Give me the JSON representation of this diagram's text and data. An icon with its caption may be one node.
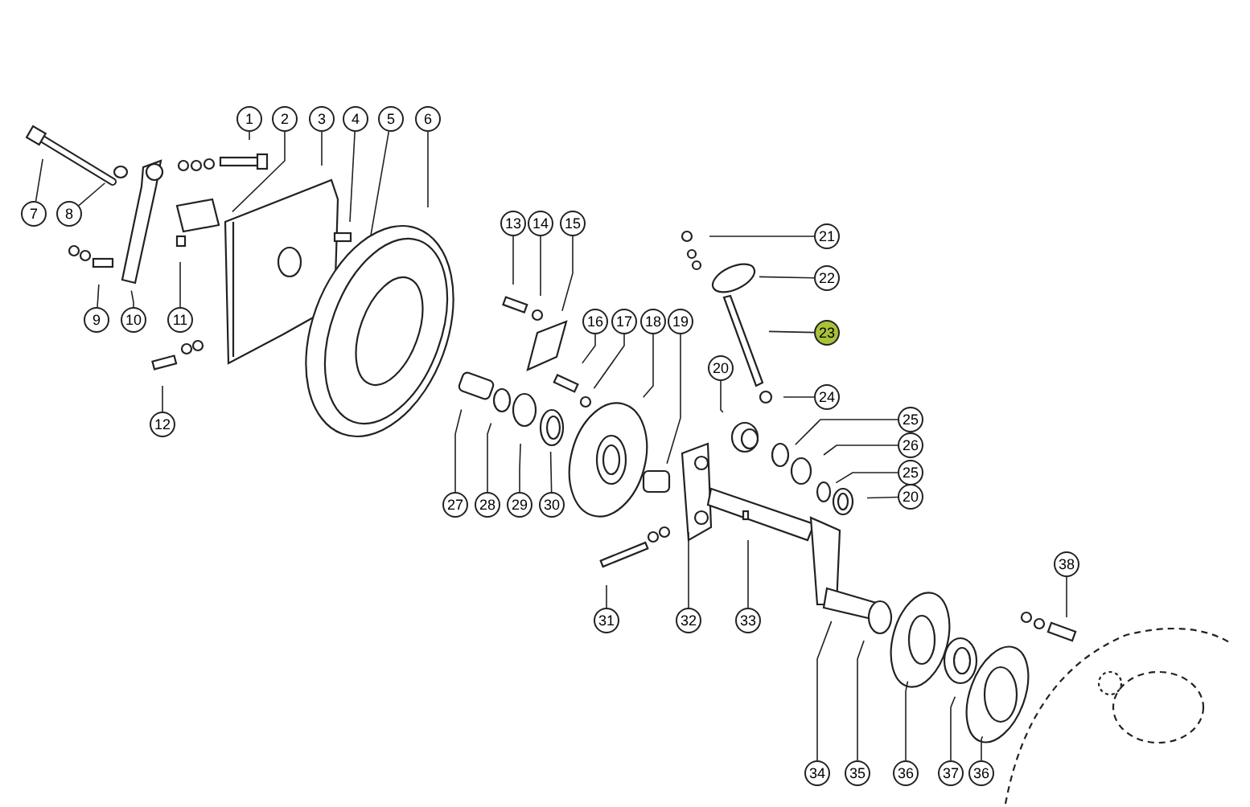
{
  "diagram": {
    "nodes": [
      {
        "text": [
          "1"
        ]
      },
      {
        "text": [
          "2"
        ]
      },
      {
        "text": [
          "3"
        ]
      },
      {
        "text": [
          "4"
        ]
      },
      {
        "text": [
          "5"
        ]
      },
      {
        "text": [
          "6"
        ]
      },
      {
        "text": [
          "7"
        ]
      },
      {
        "text": [
          "8"
        ]
      },
      {
        "text": [
          "9"
        ]
      },
      {
        "text": [
          "10"
        ]
      },
      {
        "text": [
          "11"
        ]
      },
      {
        "text": [
          "12"
        ]
      },
      {
        "text": [
          "13"
        ]
      },
      {
        "text": [
          "14"
        ]
      },
      {
        "text": [
          "15"
        ]
      },
      {
        "text": [
          "16"
        ]
      },
      {
        "text": [
          "17"
        ]
      },
      {
        "text": [
          "18"
        ]
      },
      {
        "text": [
          "19"
        ]
      },
      {
        "text": [
          "20"
        ]
      },
      {
        "text": [
          "21"
        ]
      },
      {
        "text": [
          "22"
        ]
      },
      {
        "text": [
          "23"
        ]
      },
      {
        "text": [
          "24"
        ]
      },
      {
        "text": [
          "25"
        ]
      },
      {
        "text": [
          "26"
        ]
      },
      {
        "text": [
          "25"
        ]
      },
      {
        "text": [
          "20"
        ]
      },
      {
        "text": [
          "27"
        ]
      },
      {
        "text": [
          "28"
        ]
      },
      {
        "text": [
          "29"
        ]
      },
      {
        "text": [
          "30"
        ]
      },
      {
        "text": [
          "31"
        ]
      },
      {
        "text": [
          "32"
        ]
      },
      {
        "text": [
          "33"
        ]
      },
      {
        "text": [
          "34"
        ]
      },
      {
        "text": [
          "35"
        ]
      },
      {
        "text": [
          "36"
        ]
      },
      {
        "text": [
          "37"
        ]
      },
      {
        "text": [
          "36"
        ]
      },
      {
        "text": [
          "38"
        ]
      }
    ],
    "edges": [
      {
        "from": 0,
        "to": null,
        "arrow": "none"
      },
      {
        "from": 1,
        "to": null,
        "arrow": "none"
      },
      {
        "from": 2,
        "to": null,
        "arrow": "none"
      },
      {
        "from": 3,
        "to": null,
        "arrow": "none"
      },
      {
        "from": 4,
        "to": null,
        "arrow": "none"
      },
      {
        "from": 5,
        "to": null,
        "arrow": "none"
      },
      {
        "from": 6,
        "to": null,
        "arrow": "none"
      },
      {
        "from": 7,
        "to": null,
        "arrow": "none"
      },
      {
        "from": 8,
        "to": null,
        "arrow": "none"
      },
      {
        "from": 9,
        "to": null,
        "arrow": "none"
      },
      {
        "from": 10,
        "to": null,
        "arrow": "none"
      },
      {
        "from": 11,
        "to": null,
        "arrow": "none"
      },
      {
        "from": 12,
        "to": null,
        "arrow": "none"
      },
      {
        "from": 13,
        "to": null,
        "arrow": "none"
      },
      {
        "from": 14,
        "to": null,
        "arrow": "none"
      },
      {
        "from": 15,
        "to": null,
        "arrow": "none"
      },
      {
        "from": 16,
        "to": null,
        "arrow": "none"
      },
      {
        "from": 17,
        "to": null,
        "arrow": "none"
      },
      {
        "from": 18,
        "to": null,
        "arrow": "none"
      },
      {
        "from": 19,
        "to": null,
        "arrow": "none"
      },
      {
        "from": 20,
        "to": null,
        "arrow": "none"
      },
      {
        "from": 21,
        "to": null,
        "arrow": "none"
      },
      {
        "from": 22,
        "to": null,
        "arrow": "none"
      },
      {
        "from": 23,
        "to": null,
        "arrow": "none"
      },
      {
        "from": 24,
        "to": null,
        "arrow": "none"
      },
      {
        "from": 25,
        "to": null,
        "arrow": "none"
      },
      {
        "from": 26,
        "to": null,
        "arrow": "none"
      },
      {
        "from": 27,
        "to": null,
        "arrow": "none"
      },
      {
        "from": 28,
        "to": null,
        "arrow": "none"
      },
      {
        "from": 29,
        "to": null,
        "arrow": "none"
      },
      {
        "from": 30,
        "to": null,
        "arrow": "none"
      },
      {
        "from": 31,
        "to": null,
        "arrow": "none"
      },
      {
        "from": 32,
        "to": null,
        "arrow": "none"
      },
      {
        "from": 33,
        "to": null,
        "arrow": "none"
      },
      {
        "from": 34,
        "to": null,
        "arrow": "none"
      },
      {
        "from": 35,
        "to": null,
        "arrow": "none"
      },
      {
        "from": 36,
        "to": null,
        "arrow": "none"
      },
      {
        "from": 37,
        "to": null,
        "arrow": "none"
      },
      {
        "from": 38,
        "to": null,
        "arrow": "none"
      },
      {
        "from": 39,
        "to": null,
        "arrow": "none"
      },
      {
        "from": 40,
        "to": null,
        "arrow": "none"
      }
    ]
  }
}
